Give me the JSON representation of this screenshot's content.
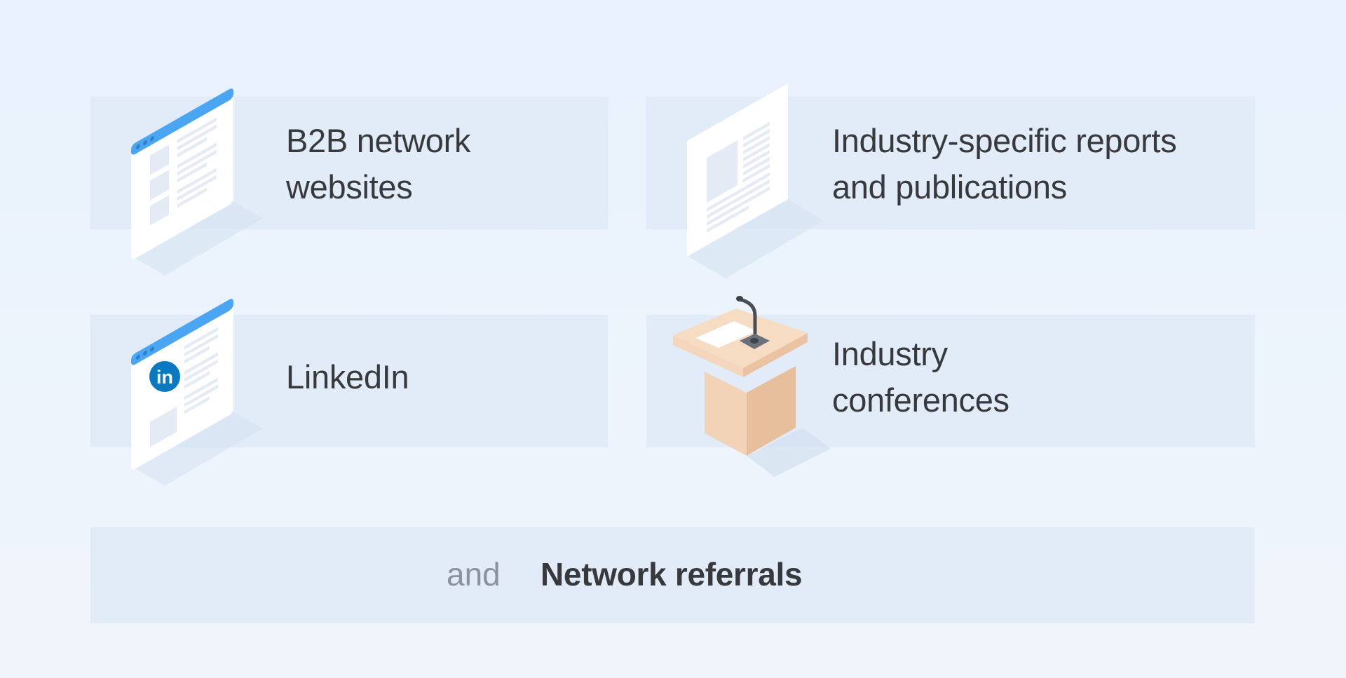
{
  "sources": [
    {
      "label_line1": "B2B network",
      "label_line2": "websites",
      "icon": "browser-window-icon"
    },
    {
      "label_line1": "Industry-specific reports",
      "label_line2": "and publications",
      "icon": "report-document-icon"
    },
    {
      "label_line1": "LinkedIn",
      "icon": "linkedin-browser-icon",
      "logo_text": "in"
    },
    {
      "label_line1": "Industry",
      "label_line2": "conferences",
      "icon": "podium-microphone-icon"
    }
  ],
  "footer": {
    "connector": "and",
    "label": "Network referrals"
  },
  "colors": {
    "card": "#e1ecf8",
    "accent": "#4aa6f2",
    "linkedin": "#0b79c0",
    "podium": "#f0c9a8"
  }
}
